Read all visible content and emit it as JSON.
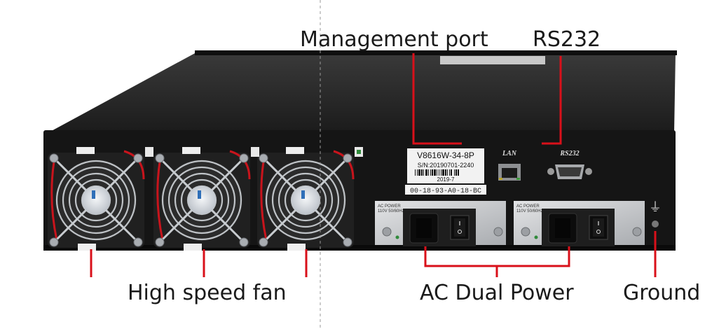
{
  "device": {
    "model": "V8616W-34-8P",
    "serial": "S/N:20190701-2240",
    "date_code": "2019-7",
    "mac": "00-18-93-A0-18-BC",
    "port_labels": {
      "lan": "LAN",
      "rs232": "RS232"
    },
    "psu_label": {
      "line1": "AC POWER",
      "line2": "110V 50/60Hz"
    }
  },
  "callouts": {
    "management_port": "Management port",
    "rs232": "RS232",
    "fan": "High speed fan",
    "power": "AC Dual Power",
    "ground": "Ground"
  },
  "colors": {
    "leader": "#d9101a",
    "chassis": "#141414",
    "chassis_top": "#2c2c2c",
    "psu_plate": "#c9cbcd"
  },
  "ground_symbol": "⏚"
}
